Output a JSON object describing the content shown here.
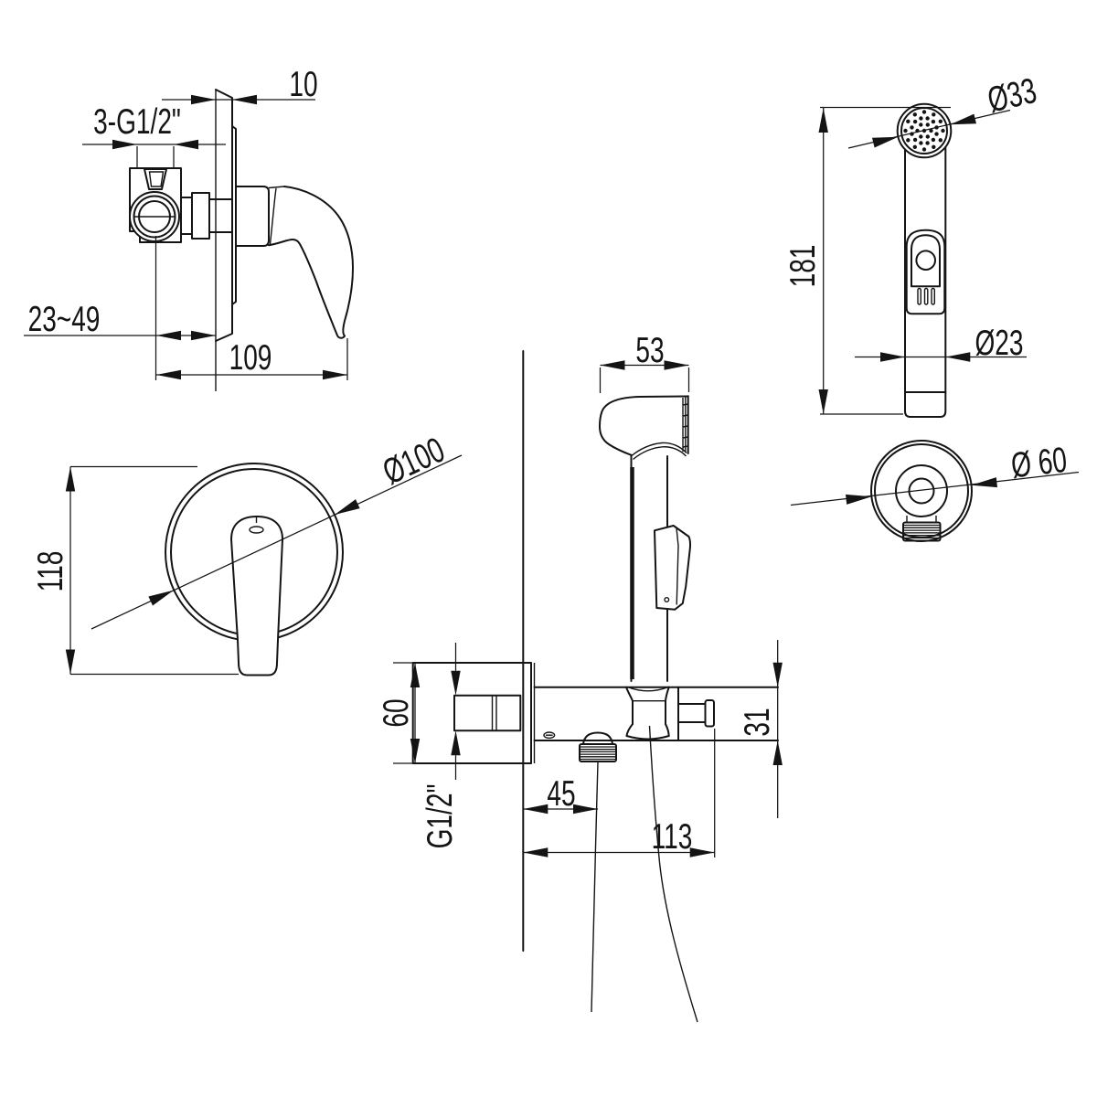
{
  "drawing": {
    "type": "technical-dimension-drawing",
    "subject": "concealed bidet mixer with hygienic hand shower set",
    "colors": {
      "line": "#141414",
      "background": "#ffffff"
    },
    "dims": {
      "mixer_side_plate_thickness": "10",
      "mixer_side_connections": "3-G1/2\"",
      "mixer_side_depth_range": "23~49",
      "mixer_side_length": "109",
      "mixer_front_height": "118",
      "mixer_front_diameter": "Ø100",
      "sprayer_side_head_width": "53",
      "sprayer_front_head_diameter": "Ø33",
      "sprayer_front_length": "181",
      "sprayer_front_handle_diameter": "Ø23",
      "bracket_front_diameter": "Ø 60",
      "bracket_side_plate_height": "60",
      "bracket_side_thread": "G1/2\"",
      "bracket_side_outlet_offset": "45",
      "bracket_side_reach": "113",
      "bracket_side_arm_height": "31"
    }
  }
}
